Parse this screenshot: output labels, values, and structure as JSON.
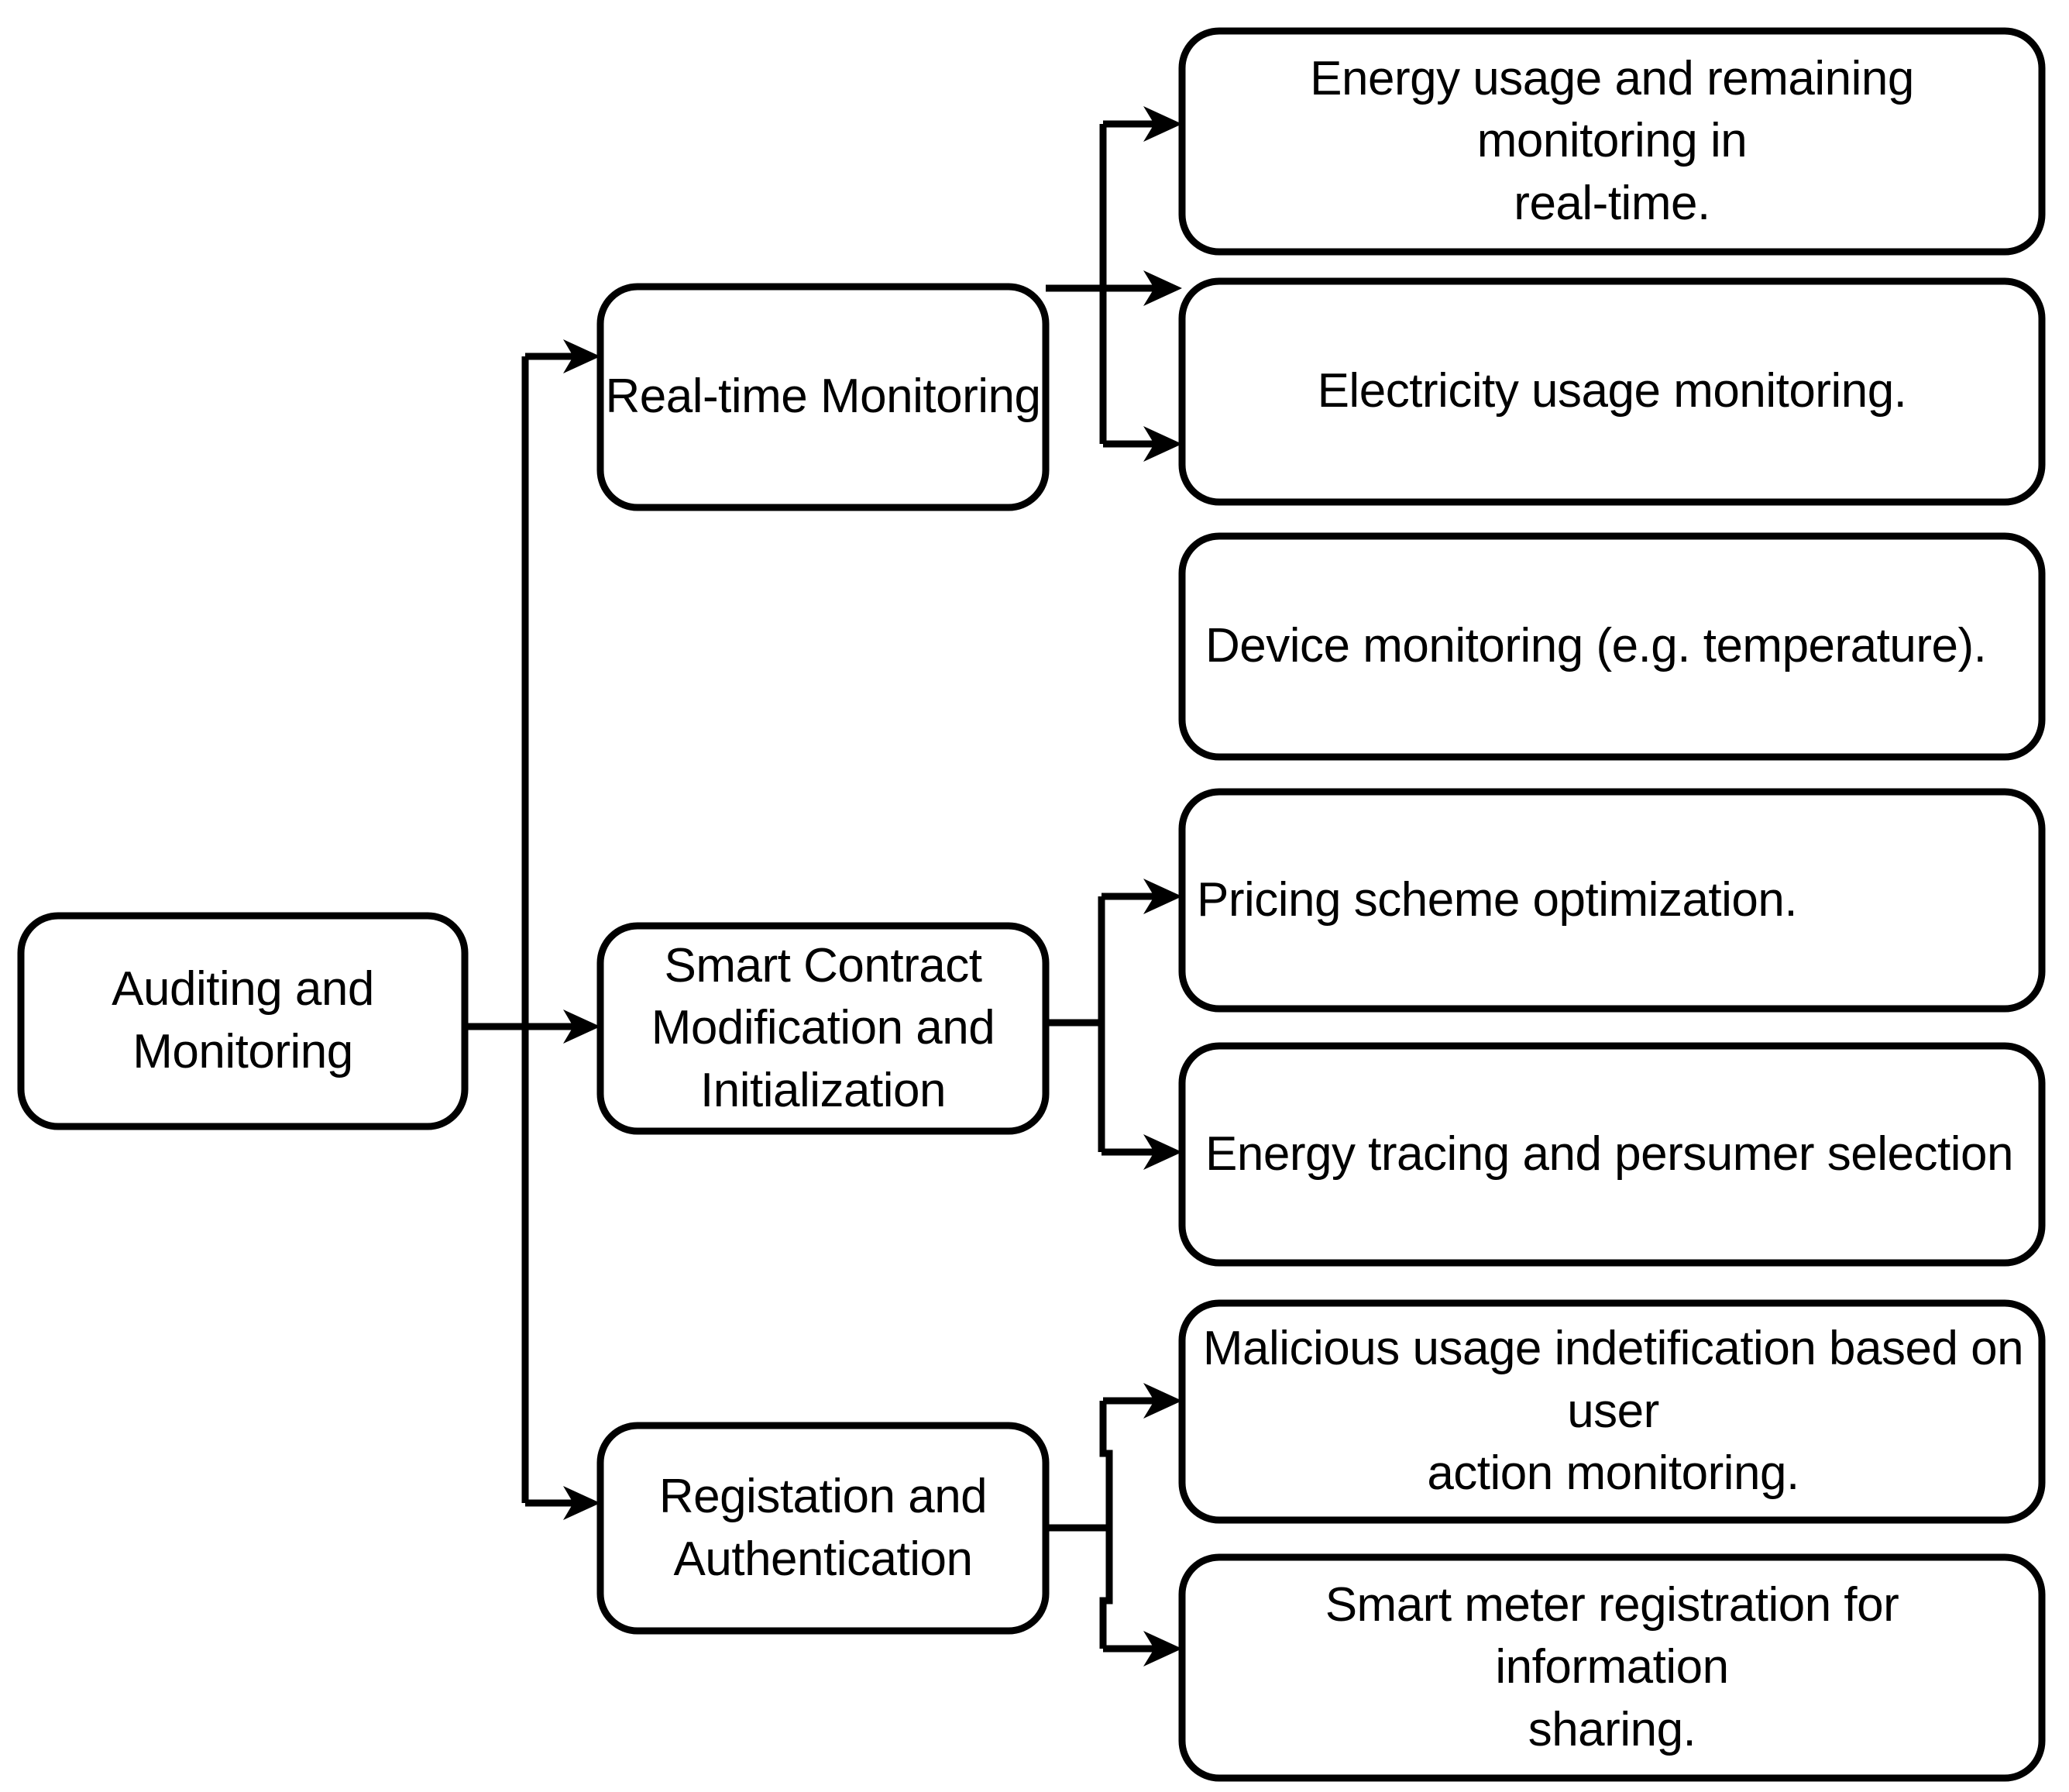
{
  "diagram": {
    "title": "Auditing and Monitoring",
    "type": "hierarchy-tree",
    "orientation": "left-to-right",
    "background_color": "#ffffff",
    "line_color": "#000000",
    "text_color": "#000000",
    "box_fill_color": "#ffffff"
  },
  "root": {
    "label": "Auditing and\nMonitoring"
  },
  "branches": [
    {
      "label": "Real-time Monitoring",
      "children": [
        {
          "label": "Energy usage and remaining monitoring in\nreal-time."
        },
        {
          "label": "Electricity usage monitoring."
        },
        {
          "label": "Device monitoring (e.g. temperature)."
        }
      ]
    },
    {
      "label": "Smart Contract\nModification and\nInitialization",
      "children": [
        {
          "label": "Pricing scheme optimization."
        },
        {
          "label": "Energy tracing and persumer selection"
        }
      ]
    },
    {
      "label": "Registation and\nAuthentication",
      "children": [
        {
          "label": "Malicious usage indetification based on user\naction monitoring."
        },
        {
          "label": "Smart meter registration for information\nsharing."
        }
      ]
    }
  ]
}
